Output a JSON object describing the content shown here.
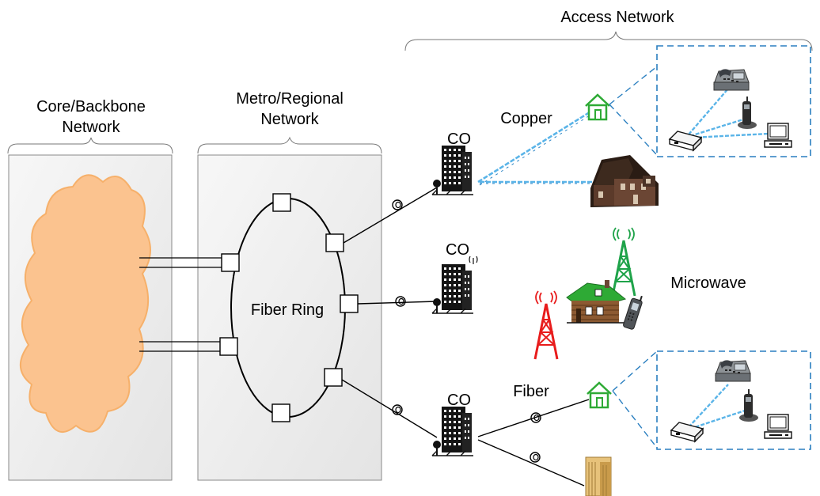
{
  "labels": {
    "access_network": "Access Network",
    "core_network_line1": "Core/Backbone",
    "core_network_line2": "Network",
    "metro_network_line1": "Metro/Regional",
    "metro_network_line2": "Network",
    "fiber_ring": "Fiber Ring",
    "co_top": "CO",
    "co_middle": "CO",
    "co_bottom": "CO",
    "copper": "Copper",
    "microwave": "Microwave",
    "fiber": "Fiber"
  },
  "colors": {
    "cloud_fill": "#FBC38F",
    "panel_fill": "#EFEFEF",
    "copper_line": "#5AB4E8",
    "house_green": "#2EAA35",
    "tower_green": "#1FA34A",
    "tower_red": "#E81C1C",
    "dashed_box": "#2A7FC0",
    "building_dark": "#111111"
  },
  "icons": [
    "cloud-icon",
    "co-building-icon",
    "house-icon",
    "brick-house-icon",
    "cabin-icon",
    "radio-tower-icon",
    "telephone-icon",
    "cordless-phone-icon",
    "modem-icon",
    "computer-icon",
    "office-tower-icon",
    "fiber-coil-icon"
  ]
}
